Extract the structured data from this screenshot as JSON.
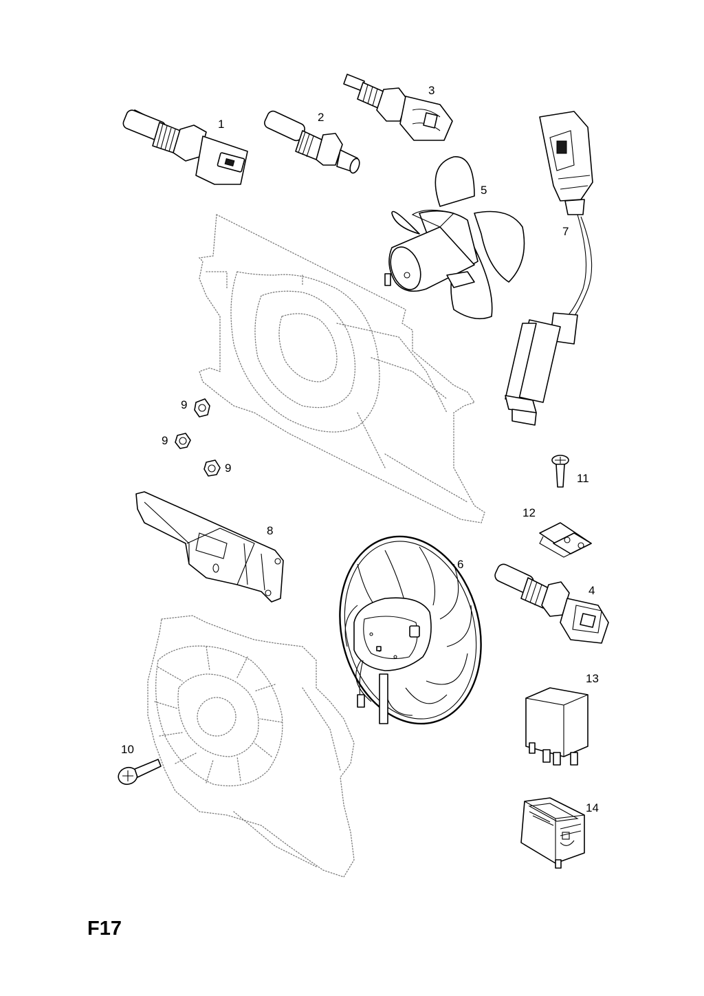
{
  "page_code": "F17",
  "callouts": [
    {
      "id": "1",
      "label": "1"
    },
    {
      "id": "2",
      "label": "2"
    },
    {
      "id": "3",
      "label": "3"
    },
    {
      "id": "4",
      "label": "4"
    },
    {
      "id": "5",
      "label": "5"
    },
    {
      "id": "6",
      "label": "6"
    },
    {
      "id": "7",
      "label": "7"
    },
    {
      "id": "8",
      "label": "8"
    },
    {
      "id": "9a",
      "label": "9"
    },
    {
      "id": "9b",
      "label": "9"
    },
    {
      "id": "9c",
      "label": "9"
    },
    {
      "id": "10",
      "label": "10"
    },
    {
      "id": "11",
      "label": "11"
    },
    {
      "id": "12",
      "label": "12"
    },
    {
      "id": "13",
      "label": "13"
    },
    {
      "id": "14",
      "label": "14"
    }
  ],
  "colors": {
    "line": "#000000",
    "ghost_line": "#7a7a7a",
    "background": "#ffffff"
  }
}
